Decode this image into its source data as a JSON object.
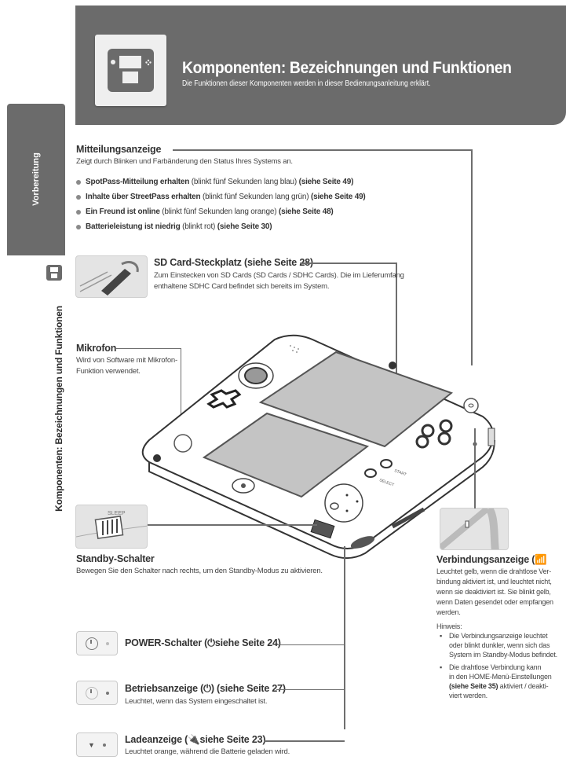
{
  "header": {
    "title": "Komponenten: Bezeichnungen und Funktionen",
    "subtitle": "Die Funktionen dieser Komponenten werden in dieser Bedienungsanleitung erklärt.",
    "icon": "console-icon"
  },
  "sidebar": {
    "tab_label": "Vorbereitung",
    "section_label": "Komponenten: Bezeichnungen und Funktionen",
    "icon": "console-icon"
  },
  "notification_led": {
    "title": "Mitteilungsanzeige",
    "description": "Zeigt durch Blinken und Farbänderung den Status Ihres Systems an.",
    "items": [
      {
        "bold": "SpotPass-Mitteilung erhalten",
        "detail": " (blinkt fünf Sekunden lang blau) ",
        "ref": "(siehe Seite 49)"
      },
      {
        "bold": "Inhalte über StreetPass erhalten",
        "detail": " (blinkt fünf Sekunden lang grün) ",
        "ref": "(siehe Seite 49)"
      },
      {
        "bold": "Ein Freund ist online",
        "detail": " (blinkt fünf Sekunden lang orange) ",
        "ref": "(siehe Seite 48)"
      },
      {
        "bold": "Batterieleistung ist niedrig",
        "detail": " (blinkt rot) ",
        "ref": "(siehe Seite 30)"
      }
    ]
  },
  "sd_card": {
    "title": "SD Card-Steckplatz (siehe Seite 28)",
    "line1": "Zum Einstecken von SD Cards (SD Cards / SDHC Cards). Die im Lieferumfang",
    "line2": "enthaltene SDHC Card befindet sich bereits im System."
  },
  "microphone": {
    "title": "Mikrofon",
    "line1": "Wird von Software mit Mikrofon-",
    "line2": "Funktion verwendet."
  },
  "standby": {
    "title": "Standby-Schalter",
    "description": "Bewegen Sie den Schalter nach rechts, um den Standby-Modus zu aktivieren.",
    "switch_label": "SLEEP"
  },
  "wireless": {
    "title": "Verbindungsanzeige (",
    "lines": [
      "Leuchtet gelb, wenn die drahtlose Ver-",
      "bindung aktiviert ist, und leuchtet nicht,",
      "wenn sie deaktiviert ist. Sie blinkt gelb,",
      "wenn Daten gesendet oder empfangen",
      "werden."
    ],
    "note_label": "Hinweis:",
    "notes": [
      [
        "Die Verbindungsanzeige leuchtet",
        "oder blinkt dunkler, wenn sich das",
        "System im Standby-Modus befindet."
      ],
      [
        "Die drahtlose Verbindung kann",
        "in den HOME-Menü-Einstellungen"
      ]
    ],
    "note2_ref": "(siehe Seite 35)",
    "note2_tail": " aktiviert / deakti-",
    "note2_last": "viert werden."
  },
  "power_switch": {
    "title_pre": "POWER-Schalter (",
    "title_ref": "siehe Seite 24)"
  },
  "power_led": {
    "title_pre": "Betriebsanzeige (",
    "title_post": ") (siehe Seite 27)",
    "description": "Leuchtet, wenn das System eingeschaltet ist."
  },
  "charge_led": {
    "title_pre": "Ladeanzeige (",
    "title_ref": "siehe Seite 23)",
    "description": "Leuchtet orange, während die Batterie geladen wird."
  },
  "device_labels": {
    "start": "START",
    "select": "SELECT",
    "sleep": "SLEEP"
  },
  "colors": {
    "banner": "#6b6b6b",
    "text": "#3a3a3a",
    "leader": "#6e6e6e",
    "screen": "#c4c4c4"
  }
}
